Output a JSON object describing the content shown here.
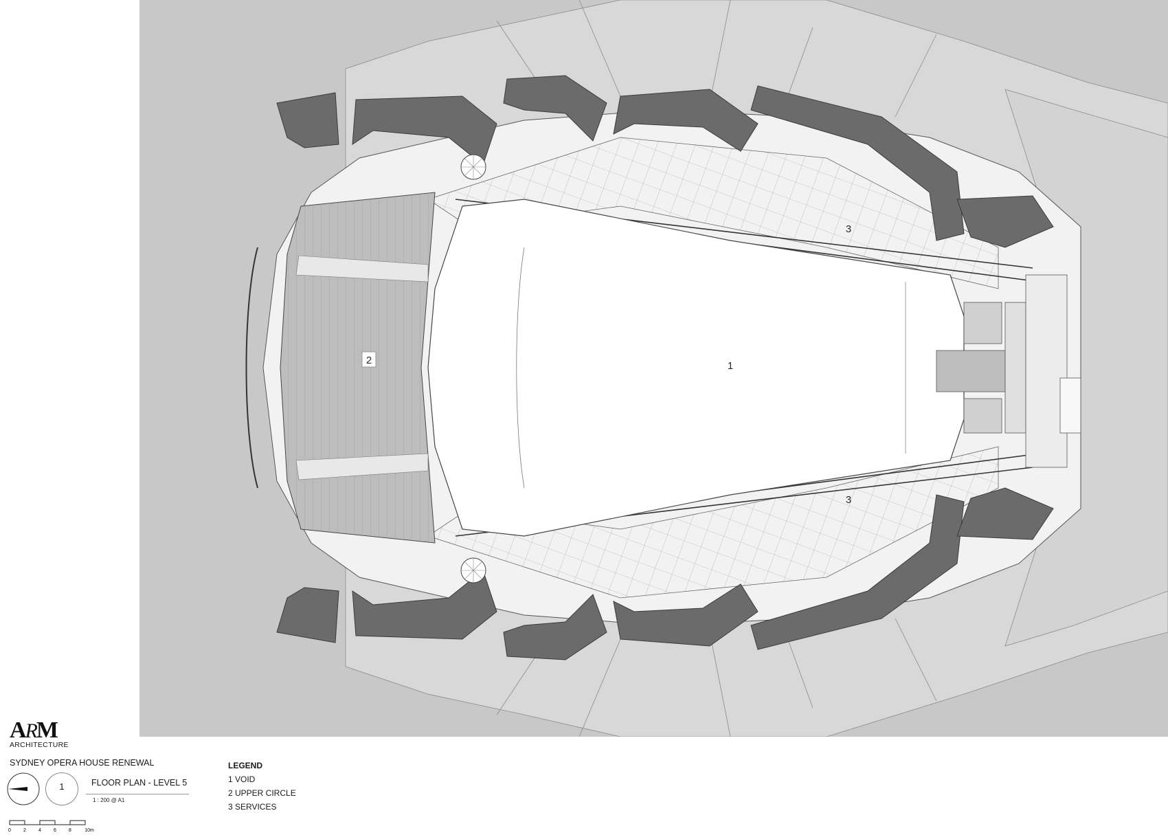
{
  "plan": {
    "rooms": [
      {
        "num": "1"
      },
      {
        "num": "2"
      },
      {
        "num": "3"
      },
      {
        "num": "3"
      }
    ]
  },
  "titleblock": {
    "logo": {
      "a": "A",
      "r": "R",
      "m": "M",
      "sub": "ARCHITECTURE"
    },
    "project": "SYDNEY OPERA HOUSE RENEWAL",
    "drawing_number": "1",
    "sheet_title": "FLOOR PLAN - LEVEL 5",
    "scale": "1 : 200 @ A1",
    "scalebar_ticks": [
      "0",
      "2",
      "4",
      "6",
      "8",
      "10m"
    ]
  },
  "legend": {
    "heading": "LEGEND",
    "items": [
      {
        "text": "1  VOID"
      },
      {
        "text": "2  UPPER CIRCLE"
      },
      {
        "text": "3  SERVICES"
      }
    ]
  },
  "colors": {
    "background_grey": "#c8c8c8",
    "roof_shell": "#d9d9d9",
    "shell_rib": "#6b6b6b",
    "seating": "#bdbdbd",
    "void": "#ffffff"
  }
}
